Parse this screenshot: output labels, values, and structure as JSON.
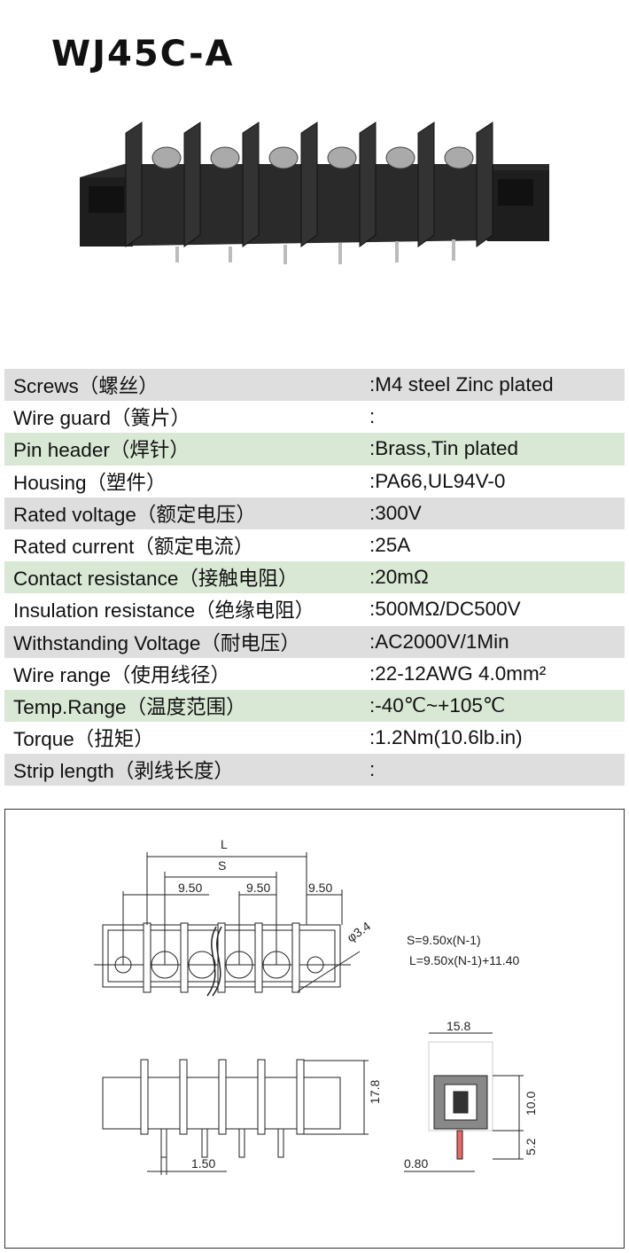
{
  "title": "WJ45C-A",
  "specs": [
    {
      "label": "Screws（螺丝）",
      "value": ":M4 steel Zinc plated"
    },
    {
      "label": "Wire guard（簧片）",
      "value": ":"
    },
    {
      "label": "Pin header（焊针）",
      "value": ":Brass,Tin plated"
    },
    {
      "label": "Housing（塑件）",
      "value": ":PA66,UL94V-0"
    },
    {
      "label": "Rated voltage（额定电压）",
      "value": ":300V"
    },
    {
      "label": "Rated current（额定电流）",
      "value": ":25A"
    },
    {
      "label": "Contact resistance（接触电阻）",
      "value": ":20mΩ"
    },
    {
      "label": "Insulation resistance（绝缘电阻）",
      "value": ":500MΩ/DC500V"
    },
    {
      "label": "Withstanding Voltage（耐电压）",
      "value": ":AC2000V/1Min"
    },
    {
      "label": "Wire range（使用线径）",
      "value": ":22-12AWG 4.0mm²"
    },
    {
      "label": "Temp.Range（温度范围）",
      "value": ":-40℃~+105℃"
    },
    {
      "label": "Torque（扭矩）",
      "value": ":1.2Nm(10.6lb.in)"
    },
    {
      "label": "Strip length（剥线长度）",
      "value": ":"
    }
  ],
  "drawing": {
    "L": "L",
    "S": "S",
    "pitch1": "9.50",
    "pitch2": "9.50",
    "pitch3": "9.50",
    "hole": "φ3.4",
    "formula_s": "S=9.50x(N-1)",
    "formula_l": "L=9.50x(N-1)+11.40",
    "height": "17.8",
    "pin_width": "1.50",
    "width": "15.8",
    "h10": "10.0",
    "h52": "5.2",
    "pin_w2": "0.80"
  }
}
